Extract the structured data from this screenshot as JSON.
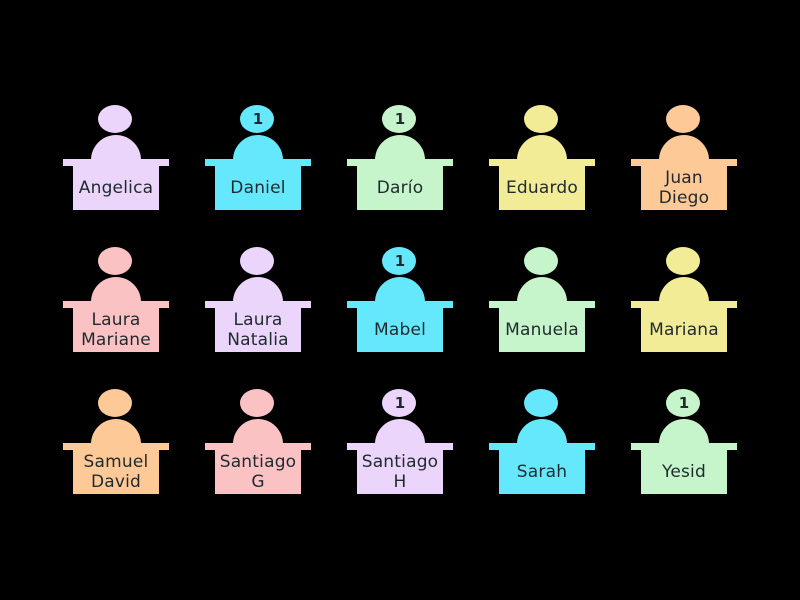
{
  "students": [
    {
      "name": "Angelica",
      "color": "#ebd5fb",
      "badge": ""
    },
    {
      "name": "Daniel",
      "color": "#66e8fc",
      "badge": "1"
    },
    {
      "name": "Darío",
      "color": "#c7f5cb",
      "badge": "1"
    },
    {
      "name": "Eduardo",
      "color": "#f2ec96",
      "badge": ""
    },
    {
      "name": "Juan\nDiego",
      "color": "#fdc996",
      "badge": ""
    },
    {
      "name": "Laura\nMariane",
      "color": "#fbc2c4",
      "badge": ""
    },
    {
      "name": "Laura\nNatalia",
      "color": "#ebd5fb",
      "badge": ""
    },
    {
      "name": "Mabel",
      "color": "#66e8fc",
      "badge": "1"
    },
    {
      "name": "Manuela",
      "color": "#c7f5cb",
      "badge": ""
    },
    {
      "name": "Mariana",
      "color": "#f2ec96",
      "badge": ""
    },
    {
      "name": "Samuel\nDavid",
      "color": "#fdc996",
      "badge": ""
    },
    {
      "name": "Santiago\nG",
      "color": "#fbc2c4",
      "badge": ""
    },
    {
      "name": "Santiago\nH",
      "color": "#ebd5fb",
      "badge": "1"
    },
    {
      "name": "Sarah",
      "color": "#66e8fc",
      "badge": ""
    },
    {
      "name": "Yesid",
      "color": "#c7f5cb",
      "badge": "1"
    }
  ]
}
